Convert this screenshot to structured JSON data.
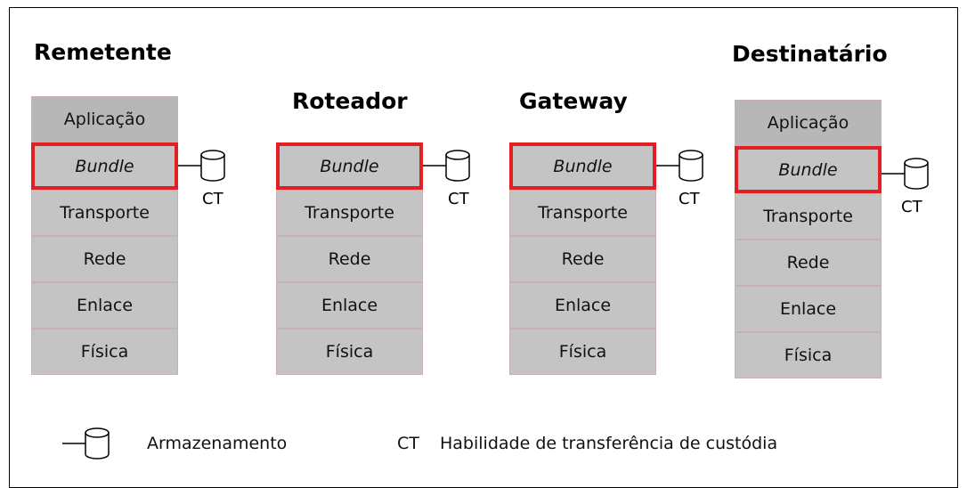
{
  "nodes": [
    {
      "title": "Remetente",
      "layers": [
        "Aplicação",
        "Bundle",
        "Transporte",
        "Rede",
        "Enlace",
        "Física"
      ]
    },
    {
      "title": "Roteador",
      "layers": [
        "Bundle",
        "Transporte",
        "Rede",
        "Enlace",
        "Física"
      ]
    },
    {
      "title": "Gateway",
      "layers": [
        "Bundle",
        "Transporte",
        "Rede",
        "Enlace",
        "Física"
      ]
    },
    {
      "title": "Destinatário",
      "layers": [
        "Aplicação",
        "Bundle",
        "Transporte",
        "Rede",
        "Enlace",
        "Física"
      ]
    }
  ],
  "ct_label": "CT",
  "legend": {
    "storage_label": "Armazenamento",
    "ct_abbrev": "CT",
    "ct_description": "Habilidade de transferência de custódia"
  },
  "colors": {
    "layer_fill": "#c4c4c4",
    "application_fill": "#b7b7b7",
    "bundle_highlight": "#e31e24",
    "layer_border": "#c9b1b1"
  },
  "icons": {
    "storage": "storage-cylinder-icon"
  }
}
